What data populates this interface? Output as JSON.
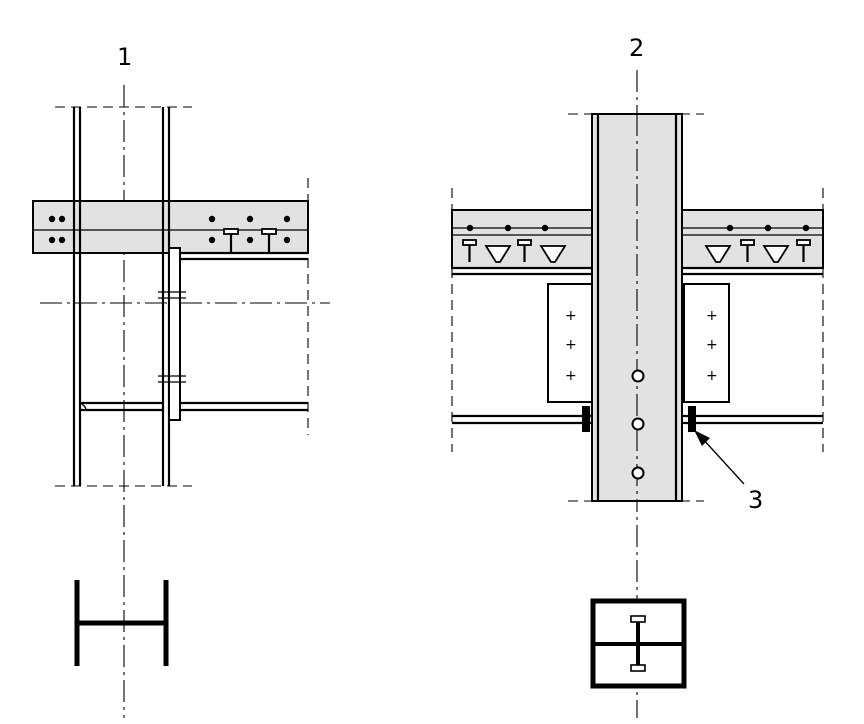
{
  "labels": {
    "detail_1": "1",
    "detail_2": "2",
    "callout_3": "3"
  },
  "colors": {
    "line": "#000000",
    "concrete_fill": "#e2e2e2",
    "background": "#ffffff"
  }
}
